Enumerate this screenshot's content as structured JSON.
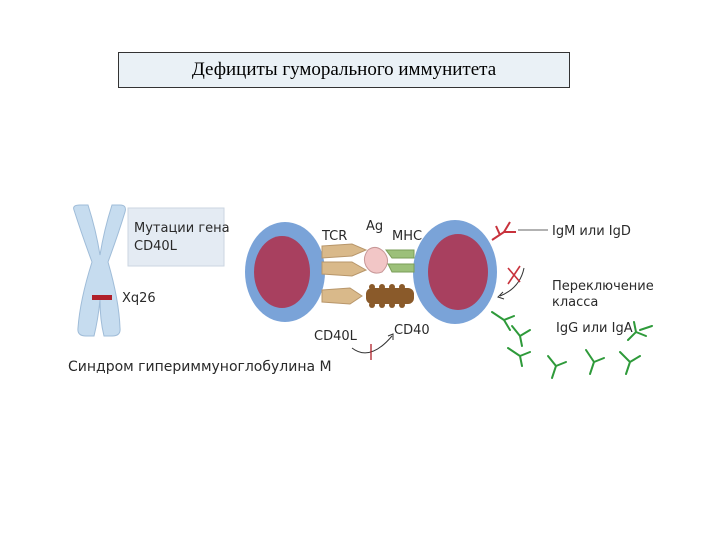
{
  "title": "Дефициты гуморального иммунитета",
  "labels": {
    "mutation_line1": "Мутации гена",
    "mutation_line2": "CD40L",
    "locus": "Xq26",
    "syndrome": "Синдром гипериммуноглобулина М",
    "tcr": "TCR",
    "ag": "Ag",
    "mhc": "MHC",
    "cd40l": "CD40L",
    "cd40": "CD40",
    "igm_igd": "IgM или IgD",
    "switch_line1": "Переключение",
    "switch_line2": "класса",
    "igg_iga": "IgG или IgA"
  },
  "colors": {
    "cell_membrane": "#7aa3d8",
    "nucleus": "#a8405f",
    "chromosome": "#c6dcef",
    "mutation_mark": "#b0202a",
    "igm_antibody": "#c8323c",
    "igg_antibody": "#2e9a3a",
    "tcr_receptor": "#d9b98a",
    "mhc_receptor": "#9cc07a",
    "cd40_receptor": "#8a5a2a",
    "antigen": "#f2c6c6"
  }
}
